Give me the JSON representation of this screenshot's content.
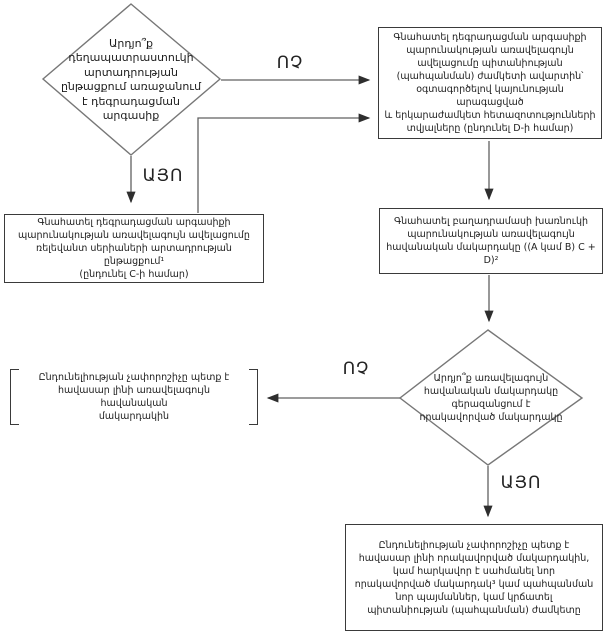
{
  "nodes": {
    "decision_production": {
      "text": "Արդյո՞ք\nդեղապատրաստուկի\nարտադրության\nընթացքում առաջանում\nէ դեգրադացման\nարգասիք"
    },
    "process_shelf_life_d": {
      "text": "Գնահատել դեգրադացման արգասիքի\nպարունակության առավելագույն\nավելացումը պիտանիության\n(պահպանման) ժամկետի ավարտին՝\nօգտագործելով կայունության արագացված\nև երկարաժամկետ հետազոտությունների\nտվյալները (ընդունել D-ի համար)"
    },
    "process_production_c": {
      "text": "Գնահատել դեգրադացման արգասիքի\nպարունակության առավելագույն ավելացումը\nռելեվանտ սերիաների արտադրության ընթացքում¹\n(ընդունել C-ի համար)"
    },
    "process_formula": {
      "text": "Գնահատել բաղադրամասի խառնուկի\nպարունակության առավելագույն\nհավանական մակարդակը ((A կամ B) C +\nD)²"
    },
    "decision_exceeds": {
      "text": "Արդյո՞ք առավելագույն\nհավանական մակարդակը\nգերազանցում է\nորակավորված մակարդակը"
    },
    "result_max_probable": {
      "text": "Ընդունելիության չափորոշիչը պետք է\nհավասար լինի առավելագույն հավանական\nմակարդակին"
    },
    "result_qualified": {
      "text": "Ընդունելիության չափորոշիչը պետք է\nհավասար լինի որակավորված մակարդակին,\nկամ հարկավոր է սահմանել նոր\nորակավորված մակարդակ³ կամ պահպանման\nնոր պայմաններ, կամ կրճատել\nպիտանիության (պահպանման) ժամկետը"
    }
  },
  "labels": {
    "no_top": "ՈՉ",
    "yes_top": "ԱՅՈ",
    "no_bottom": "ՈՉ",
    "yes_bottom": "ԱՅՈ"
  },
  "colors": {
    "background": "#ffffff",
    "line": "#606060",
    "shape_stroke": "#777777",
    "box_border": "#3a3a3a",
    "text": "#1c1c1c",
    "arrowhead": "#2e2e2e"
  }
}
